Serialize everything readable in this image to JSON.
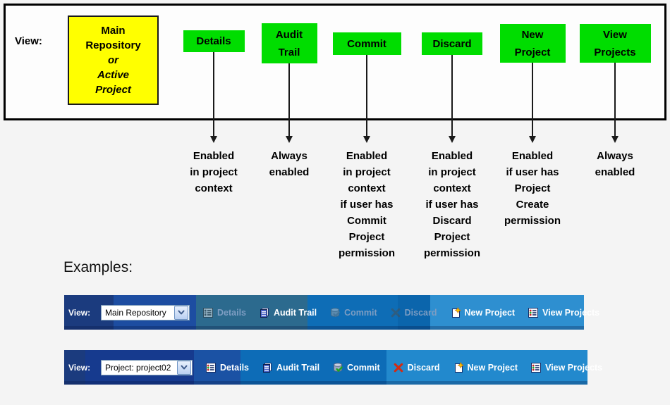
{
  "page": {
    "view_label": "View:",
    "examples_label": "Examples:"
  },
  "source_box": {
    "lines": [
      {
        "text": "Main",
        "italic": false
      },
      {
        "text": "Repository",
        "italic": false
      },
      {
        "text": "or",
        "italic": true
      },
      {
        "text": "Active",
        "italic": true
      },
      {
        "text": "Project",
        "italic": true
      }
    ]
  },
  "buttons": [
    {
      "label": "Details",
      "note": "Enabled\nin project\ncontext"
    },
    {
      "label": "Audit\nTrail",
      "note": "Always\nenabled"
    },
    {
      "label": "Commit",
      "note": "Enabled\nin project\ncontext\nif user has\nCommit\nProject\npermission"
    },
    {
      "label": "Discard",
      "note": "Enabled\nin project\ncontext\nif user has\nDiscard\nProject\npermission"
    },
    {
      "label": "New\nProject",
      "note": "Enabled\nif user has\nProject\nCreate\npermission"
    },
    {
      "label": "View\nProjects",
      "note": "Always\nenabled"
    }
  ],
  "toolbars": [
    {
      "view_label": "View:",
      "dropdown_value": "Main Repository",
      "items": [
        {
          "label": "Details",
          "icon": "details-icon",
          "enabled": false
        },
        {
          "label": "Audit Trail",
          "icon": "audit-trail-icon",
          "enabled": true
        },
        {
          "label": "Commit",
          "icon": "commit-icon",
          "enabled": false
        },
        {
          "label": "Discard",
          "icon": "discard-icon",
          "enabled": false
        },
        {
          "label": "New Project",
          "icon": "new-project-icon",
          "enabled": true
        },
        {
          "label": "View Projects",
          "icon": "view-projects-icon",
          "enabled": true
        }
      ]
    },
    {
      "view_label": "View:",
      "dropdown_value": "Project: project02",
      "items": [
        {
          "label": "Details",
          "icon": "details-icon",
          "enabled": true
        },
        {
          "label": "Audit Trail",
          "icon": "audit-trail-icon",
          "enabled": true
        },
        {
          "label": "Commit",
          "icon": "commit-icon",
          "enabled": true
        },
        {
          "label": "Discard",
          "icon": "discard-icon",
          "enabled": true
        },
        {
          "label": "New Project",
          "icon": "new-project-icon",
          "enabled": true
        },
        {
          "label": "View Projects",
          "icon": "view-projects-icon",
          "enabled": true
        }
      ]
    }
  ],
  "colors": {
    "diagram_button_green": "#00dd00",
    "source_box_yellow": "#ffff00",
    "toolbar_navy": "#1b3b7e",
    "toolbar_light_blue": "#2e8fd0",
    "commit_check_green": "#1fa520",
    "discard_x_red": "#d42a10"
  }
}
